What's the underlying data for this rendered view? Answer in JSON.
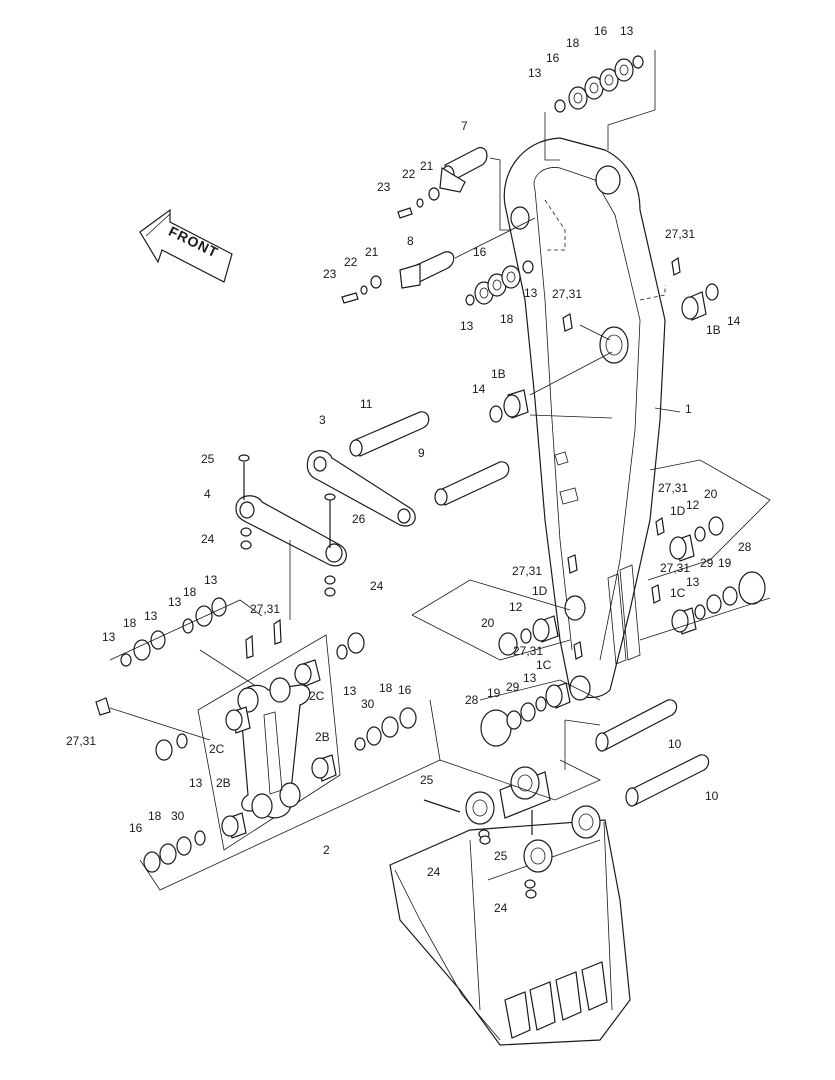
{
  "front_label": "FRONT",
  "labels": [
    {
      "t": "13"
    },
    {
      "t": "16"
    },
    {
      "t": "18"
    },
    {
      "t": "16"
    },
    {
      "t": "13"
    },
    {
      "t": "7"
    },
    {
      "t": "21"
    },
    {
      "t": "22"
    },
    {
      "t": "23"
    },
    {
      "t": "8"
    },
    {
      "t": "21"
    },
    {
      "t": "22"
    },
    {
      "t": "23"
    },
    {
      "t": "16"
    },
    {
      "t": "13"
    },
    {
      "t": "13"
    },
    {
      "t": "18"
    },
    {
      "t": "27,31"
    },
    {
      "t": "14"
    },
    {
      "t": "1B"
    },
    {
      "t": "27,31"
    },
    {
      "t": "1B"
    },
    {
      "t": "14"
    },
    {
      "t": "1"
    },
    {
      "t": "11"
    },
    {
      "t": "3"
    },
    {
      "t": "9"
    },
    {
      "t": "25"
    },
    {
      "t": "4"
    },
    {
      "t": "26"
    },
    {
      "t": "24"
    },
    {
      "t": "24"
    },
    {
      "t": "27,31"
    },
    {
      "t": "20"
    },
    {
      "t": "1D"
    },
    {
      "t": "12"
    },
    {
      "t": "28"
    },
    {
      "t": "29"
    },
    {
      "t": "19"
    },
    {
      "t": "27,31"
    },
    {
      "t": "13"
    },
    {
      "t": "1C"
    },
    {
      "t": "27,31"
    },
    {
      "t": "1D"
    },
    {
      "t": "12"
    },
    {
      "t": "20"
    },
    {
      "t": "27,31"
    },
    {
      "t": "1C"
    },
    {
      "t": "28"
    },
    {
      "t": "19"
    },
    {
      "t": "29"
    },
    {
      "t": "13"
    },
    {
      "t": "13"
    },
    {
      "t": "18"
    },
    {
      "t": "13"
    },
    {
      "t": "13"
    },
    {
      "t": "18"
    },
    {
      "t": "13"
    },
    {
      "t": "27,31"
    },
    {
      "t": "2C"
    },
    {
      "t": "2C"
    },
    {
      "t": "13"
    },
    {
      "t": "18"
    },
    {
      "t": "16"
    },
    {
      "t": "30"
    },
    {
      "t": "27,31"
    },
    {
      "t": "2B"
    },
    {
      "t": "2B"
    },
    {
      "t": "13"
    },
    {
      "t": "16"
    },
    {
      "t": "18"
    },
    {
      "t": "30"
    },
    {
      "t": "2"
    },
    {
      "t": "10"
    },
    {
      "t": "10"
    },
    {
      "t": "25"
    },
    {
      "t": "25"
    },
    {
      "t": "24"
    },
    {
      "t": "24"
    }
  ]
}
